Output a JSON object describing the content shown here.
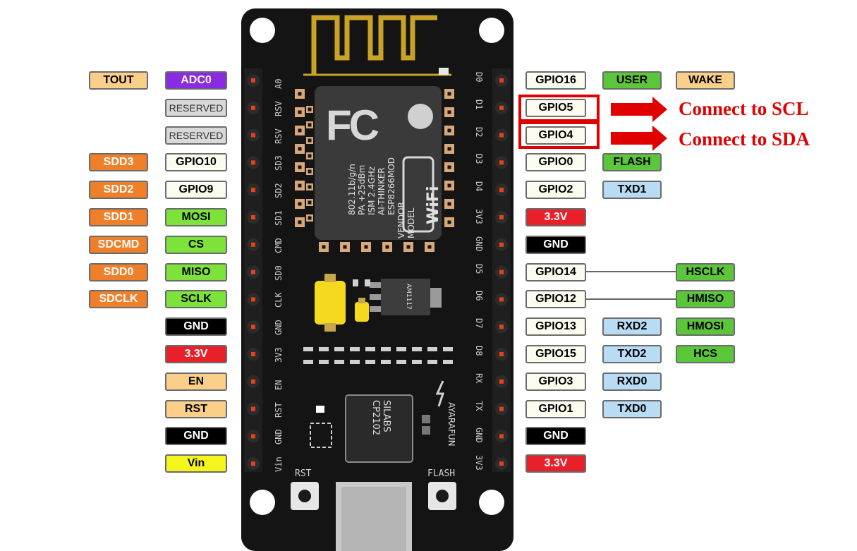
{
  "colors": {
    "board": "#141414",
    "pin_orange": "#f07f2a",
    "pin_white": "#fbfbf0",
    "pin_light_orange": "#f9cf8a",
    "pin_purple": "#8a2be2",
    "pin_green": "#7de33a",
    "pin_lime": "#5cc63a",
    "pin_blue": "#b9dcf5",
    "pin_red": "#e8202a",
    "pin_black": "#000000",
    "pin_yellow": "#f5f51e",
    "pin_gray": "#d9d9d9",
    "highlight_red": "#e00000"
  },
  "left_pins": [
    {
      "silk": "A0",
      "labels": [
        {
          "text": "TOUT",
          "color": "light_orange"
        },
        {
          "text": "ADC0",
          "color": "purple"
        }
      ]
    },
    {
      "silk": "RSV",
      "labels": [
        {
          "text": "RESERVED",
          "color": "gray"
        }
      ]
    },
    {
      "silk": "RSV",
      "labels": [
        {
          "text": "RESERVED",
          "color": "gray"
        }
      ]
    },
    {
      "silk": "SD3",
      "labels": [
        {
          "text": "SDD3",
          "color": "orange"
        },
        {
          "text": "GPIO10",
          "color": "white"
        }
      ]
    },
    {
      "silk": "SD2",
      "labels": [
        {
          "text": "SDD2",
          "color": "orange"
        },
        {
          "text": "GPIO9",
          "color": "white"
        }
      ]
    },
    {
      "silk": "SD1",
      "labels": [
        {
          "text": "SDD1",
          "color": "orange"
        },
        {
          "text": "MOSI",
          "color": "green"
        }
      ]
    },
    {
      "silk": "CMD",
      "labels": [
        {
          "text": "SDCMD",
          "color": "orange"
        },
        {
          "text": "CS",
          "color": "green"
        }
      ]
    },
    {
      "silk": "SD0",
      "labels": [
        {
          "text": "SDD0",
          "color": "orange"
        },
        {
          "text": "MISO",
          "color": "green"
        }
      ]
    },
    {
      "silk": "CLK",
      "labels": [
        {
          "text": "SDCLK",
          "color": "orange"
        },
        {
          "text": "SCLK",
          "color": "green"
        }
      ]
    },
    {
      "silk": "GND",
      "labels": [
        {
          "text": "GND",
          "color": "black"
        }
      ]
    },
    {
      "silk": "3V3",
      "labels": [
        {
          "text": "3.3V",
          "color": "red"
        }
      ]
    },
    {
      "silk": "EN",
      "labels": [
        {
          "text": "EN",
          "color": "light_orange"
        }
      ]
    },
    {
      "silk": "RST",
      "labels": [
        {
          "text": "RST",
          "color": "light_orange"
        }
      ]
    },
    {
      "silk": "GND",
      "labels": [
        {
          "text": "GND",
          "color": "black"
        }
      ]
    },
    {
      "silk": "Vin",
      "labels": [
        {
          "text": "Vin",
          "color": "yellow"
        }
      ]
    }
  ],
  "right_pins": [
    {
      "silk": "D0",
      "labels": [
        {
          "text": "GPIO16",
          "color": "white"
        },
        {
          "text": "USER",
          "color": "lime"
        },
        {
          "text": "WAKE",
          "color": "light_orange"
        }
      ]
    },
    {
      "silk": "D1",
      "labels": [
        {
          "text": "GPIO5",
          "color": "white"
        }
      ]
    },
    {
      "silk": "D2",
      "labels": [
        {
          "text": "GPIO4",
          "color": "white"
        }
      ]
    },
    {
      "silk": "D3",
      "labels": [
        {
          "text": "GPIO0",
          "color": "white"
        },
        {
          "text": "FLASH",
          "color": "lime"
        }
      ]
    },
    {
      "silk": "D4",
      "labels": [
        {
          "text": "GPIO2",
          "color": "white"
        },
        {
          "text": "TXD1",
          "color": "blue"
        }
      ]
    },
    {
      "silk": "3V3",
      "labels": [
        {
          "text": "3.3V",
          "color": "red"
        }
      ]
    },
    {
      "silk": "GND",
      "labels": [
        {
          "text": "GND",
          "color": "black"
        }
      ]
    },
    {
      "silk": "D5",
      "labels": [
        {
          "text": "GPIO14",
          "color": "white"
        },
        {
          "text": "HSCLK",
          "color": "lime"
        }
      ]
    },
    {
      "silk": "D6",
      "labels": [
        {
          "text": "GPIO12",
          "color": "white"
        },
        {
          "text": "HMISO",
          "color": "lime"
        }
      ]
    },
    {
      "silk": "D7",
      "labels": [
        {
          "text": "GPIO13",
          "color": "white"
        },
        {
          "text": "RXD2",
          "color": "blue"
        },
        {
          "text": "HMOSI",
          "color": "lime"
        }
      ]
    },
    {
      "silk": "D8",
      "labels": [
        {
          "text": "GPIO15",
          "color": "white"
        },
        {
          "text": "TXD2",
          "color": "blue"
        },
        {
          "text": "HCS",
          "color": "lime"
        }
      ]
    },
    {
      "silk": "RX",
      "labels": [
        {
          "text": "GPIO3",
          "color": "white"
        },
        {
          "text": "RXD0",
          "color": "blue"
        }
      ]
    },
    {
      "silk": "TX",
      "labels": [
        {
          "text": "GPIO1",
          "color": "white"
        },
        {
          "text": "TXD0",
          "color": "blue"
        }
      ]
    },
    {
      "silk": "GND",
      "labels": [
        {
          "text": "GND",
          "color": "black"
        }
      ]
    },
    {
      "silk": "3V3",
      "labels": [
        {
          "text": "3.3V",
          "color": "red"
        }
      ]
    }
  ],
  "module": {
    "fc": "FC",
    "model_label": "MODEL",
    "vendor_label": "VENDOR",
    "model": "ESP8266MOD",
    "vendor": "AI-THINKER",
    "band": "ISM 2.4GHz",
    "power": "PA +25dBm",
    "std": "802.11b/g/n",
    "wifi": "WiFi"
  },
  "regulator": "AM1117",
  "usb_chip": {
    "line1": "SILABS",
    "line2": "CP2102"
  },
  "brand": "AYARAFUN",
  "buttons": {
    "rst": "RST",
    "flash": "FLASH"
  },
  "annotations": {
    "scl": "Connect to SCL",
    "sda": "Connect to SDA"
  }
}
